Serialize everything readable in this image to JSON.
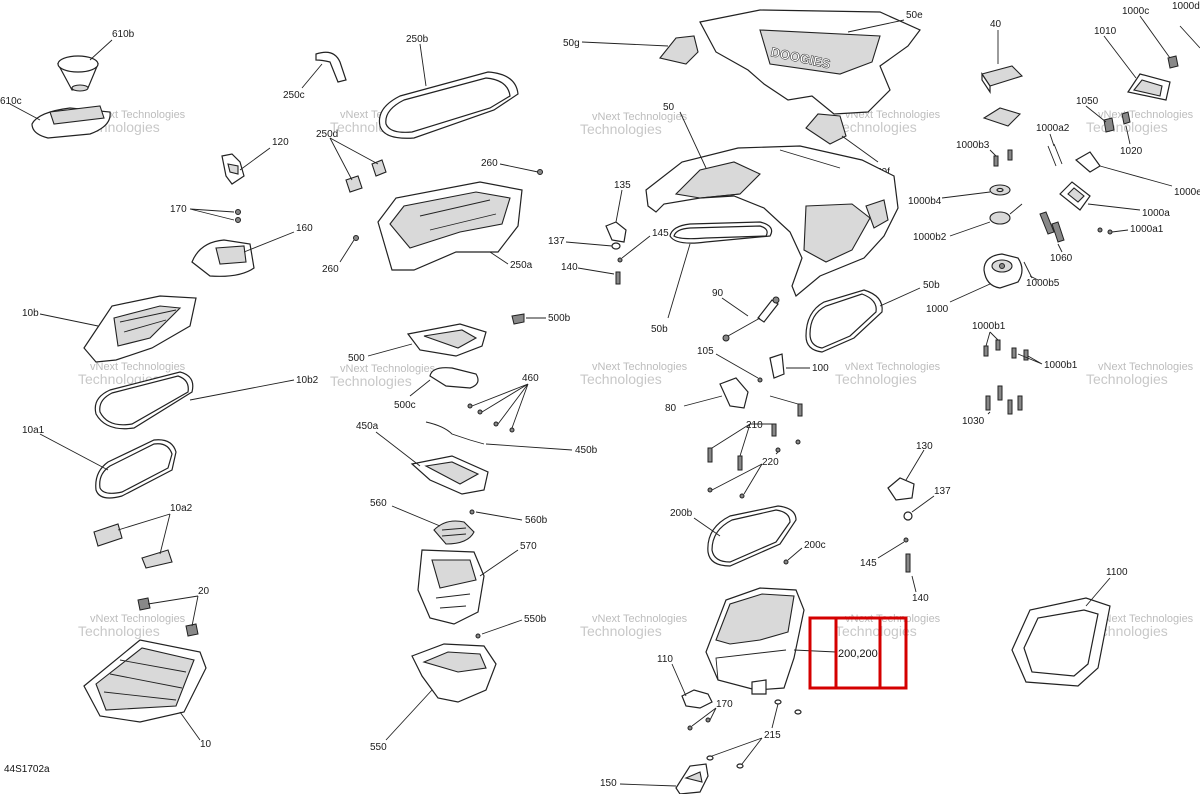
{
  "diagram_code": "44S1702a",
  "highlight": {
    "label": "200,200",
    "color": "#d40000"
  },
  "watermark": {
    "line1": "vNext Technologies",
    "line2": "Technologies"
  },
  "callouts": {
    "c610b": "610b",
    "c610c": "610c",
    "c120": "120",
    "c170a": "170",
    "c160": "160",
    "c250b": "250b",
    "c250c": "250c",
    "c250d": "250d",
    "c260a": "260",
    "c260b": "260",
    "c250a": "250a",
    "c50g": "50g",
    "c50e": "50e",
    "c50": "50",
    "c50f": "50f",
    "c135": "135",
    "c137a": "137",
    "c145a": "145",
    "c140a": "140",
    "c50b": "50b",
    "c50b2": "50b",
    "c90": "90",
    "c40": "40",
    "c1000c": "1000c",
    "c1000d": "1000d",
    "c1010": "1010",
    "c1050": "1050",
    "c1020": "1020",
    "c1000a2": "1000a2",
    "c1000b3": "1000b3",
    "c1000e": "1000e",
    "c1000b4": "1000b4",
    "c1000a": "1000a",
    "c1000a1": "1000a1",
    "c1000b2": "1000b2",
    "c1060": "1060",
    "c1000b5": "1000b5",
    "c1000": "1000",
    "c1000b1": "1000b1",
    "c1000b1b": "1000b1",
    "c1030": "1030",
    "c10b": "10b",
    "c10b2": "10b2",
    "c10a1": "10a1",
    "c10a2": "10a2",
    "c20": "20",
    "c10": "10",
    "c500b": "500b",
    "c500": "500",
    "c500c": "500c",
    "c460": "460",
    "c450a": "450a",
    "c450b": "450b",
    "c560": "560",
    "c560b": "560b",
    "c570": "570",
    "c550b": "550b",
    "c550": "550",
    "c105": "105",
    "c100": "100",
    "c80": "80",
    "c210": "210",
    "c220": "220",
    "c200b": "200b",
    "c200c": "200c",
    "c130": "130",
    "c137b": "137",
    "c145b": "145",
    "c140b": "140",
    "c110": "110",
    "c170b": "170",
    "c215": "215",
    "c150": "150",
    "c1100": "1100"
  }
}
